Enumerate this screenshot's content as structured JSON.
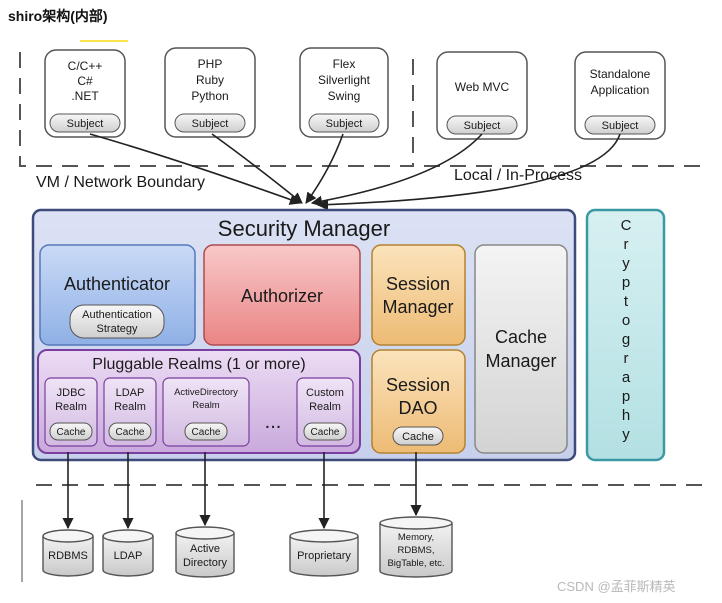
{
  "page_title": "shiro架构(内部)",
  "clients": [
    {
      "lines": [
        "C/C++",
        "C#",
        ".NET"
      ],
      "subject": "Subject"
    },
    {
      "lines": [
        "PHP",
        "Ruby",
        "Python"
      ],
      "subject": "Subject"
    },
    {
      "lines": [
        "Flex",
        "Silverlight",
        "Swing"
      ],
      "subject": "Subject"
    },
    {
      "lines": [
        "Web MVC"
      ],
      "subject": "Subject"
    },
    {
      "lines": [
        "Standalone",
        "Application"
      ],
      "subject": "Subject"
    }
  ],
  "boundaries": {
    "vm": "VM / Network Boundary",
    "local": "Local / In-Process"
  },
  "security_manager": {
    "title": "Security Manager",
    "authenticator": {
      "label": "Authenticator",
      "strategy": [
        "Authentication",
        "Strategy"
      ]
    },
    "authorizer": "Authorizer",
    "session_manager": [
      "Session",
      "Manager"
    ],
    "cache_manager": [
      "Cache",
      "Manager"
    ],
    "session_dao": [
      "Session",
      "DAO"
    ],
    "session_dao_cache": "Cache",
    "realms": {
      "title": "Pluggable Realms (1 or more)",
      "items": [
        {
          "lines": [
            "JDBC",
            "Realm"
          ],
          "cache": "Cache"
        },
        {
          "lines": [
            "LDAP",
            "Realm"
          ],
          "cache": "Cache"
        },
        {
          "lines": [
            "ActiveDirectory",
            "Realm"
          ],
          "cache": "Cache"
        },
        {
          "lines": [
            "Custom",
            "Realm"
          ],
          "cache": "Cache"
        }
      ],
      "ellipsis": "..."
    }
  },
  "cryptography": [
    "C",
    "r",
    "y",
    "p",
    "t",
    "o",
    "g",
    "r",
    "a",
    "p",
    "h",
    "y"
  ],
  "datastores": [
    {
      "lines": [
        "RDBMS"
      ]
    },
    {
      "lines": [
        "LDAP"
      ]
    },
    {
      "lines": [
        "Active",
        "Directory"
      ]
    },
    {
      "lines": [
        "Proprietary"
      ]
    },
    {
      "lines": [
        "Memory,",
        "RDBMS,",
        "BigTable, etc."
      ]
    }
  ],
  "watermark": "CSDN @孟菲斯精英"
}
